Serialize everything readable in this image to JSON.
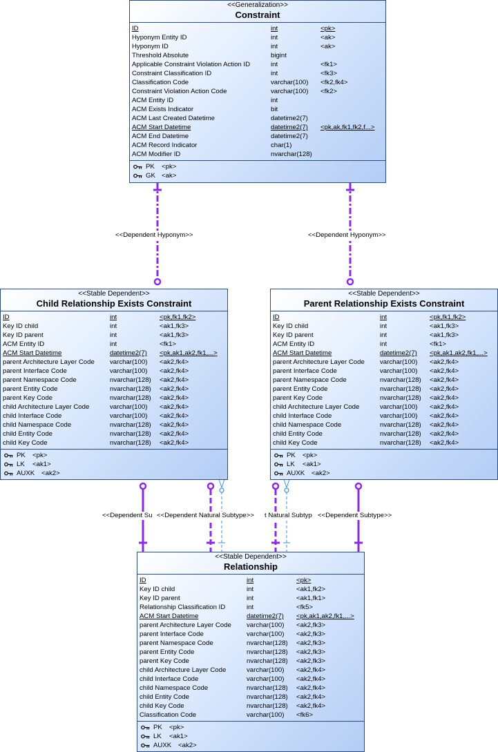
{
  "entities": {
    "constraint": {
      "stereotype": "<<Generalization>>",
      "name": "Constraint",
      "attributes": [
        {
          "name": "ID",
          "type": "int",
          "keys": "<pk>",
          "underline": true
        },
        {
          "name": "Hyponym Entity ID",
          "type": "int",
          "keys": "<ak>"
        },
        {
          "name": "Hyponym ID",
          "type": "int",
          "keys": "<ak>"
        },
        {
          "name": "Threshold Absolute",
          "type": "bigint",
          "keys": ""
        },
        {
          "name": "Applicable Constraint Violation Action ID",
          "type": "int",
          "keys": "<fk1>"
        },
        {
          "name": "Constraint Classification ID",
          "type": "int",
          "keys": "<fk3>"
        },
        {
          "name": "Classification Code",
          "type": "varchar(100)",
          "keys": "<fk2,fk4>"
        },
        {
          "name": "Constraint Violation Action Code",
          "type": "varchar(100)",
          "keys": "<fk2>"
        },
        {
          "name": "ACM Entity ID",
          "type": "int",
          "keys": ""
        },
        {
          "name": "ACM Exists Indicator",
          "type": "bit",
          "keys": ""
        },
        {
          "name": "ACM Last Created Datetime",
          "type": "datetime2(7)",
          "keys": ""
        },
        {
          "name": "ACM Start Datetime",
          "type": "datetime2(7)",
          "keys": "<pk,ak,fk1,fk2,f...>",
          "underline": true
        },
        {
          "name": "ACM End Datetime",
          "type": "datetime2(7)",
          "keys": ""
        },
        {
          "name": "ACM Record Indicator",
          "type": "char(1)",
          "keys": ""
        },
        {
          "name": "ACM Modifier ID",
          "type": "nvarchar(128)",
          "keys": ""
        }
      ],
      "keys": [
        {
          "name": "PK",
          "value": "<pk>"
        },
        {
          "name": "GK",
          "value": "<ak>"
        }
      ]
    },
    "child": {
      "stereotype": "<<Stable Dependent>>",
      "name": "Child Relationship Exists Constraint",
      "attributes": [
        {
          "name": "ID",
          "type": "int",
          "keys": "<pk,fk1,fk2>",
          "underline": true
        },
        {
          "name": "Key ID child",
          "type": "int",
          "keys": "<ak1,fk3>"
        },
        {
          "name": "Key ID parent",
          "type": "int",
          "keys": "<ak1,fk3>"
        },
        {
          "name": "ACM Entity ID",
          "type": "int",
          "keys": "<fk1>"
        },
        {
          "name": "ACM Start Datetime",
          "type": "datetime2(7)",
          "keys": "<pk,ak1,ak2,fk1,...>",
          "underline": true
        },
        {
          "name": "parent Architecture Layer Code",
          "type": "varchar(100)",
          "keys": "<ak2,fk4>"
        },
        {
          "name": "parent Interface Code",
          "type": "varchar(100)",
          "keys": "<ak2,fk4>"
        },
        {
          "name": "parent Namespace Code",
          "type": "nvarchar(128)",
          "keys": "<ak2,fk4>"
        },
        {
          "name": "parent Entity Code",
          "type": "nvarchar(128)",
          "keys": "<ak2,fk4>"
        },
        {
          "name": "parent Key Code",
          "type": "nvarchar(128)",
          "keys": "<ak2,fk4>"
        },
        {
          "name": "child Architecture Layer Code",
          "type": "varchar(100)",
          "keys": "<ak2,fk4>"
        },
        {
          "name": "child Interface Code",
          "type": "varchar(100)",
          "keys": "<ak2,fk4>"
        },
        {
          "name": "child Namespace Code",
          "type": "nvarchar(128)",
          "keys": "<ak2,fk4>"
        },
        {
          "name": "child Entity Code",
          "type": "nvarchar(128)",
          "keys": "<ak2,fk4>"
        },
        {
          "name": "child Key Code",
          "type": "nvarchar(128)",
          "keys": "<ak2,fk4>"
        }
      ],
      "keys": [
        {
          "name": "PK",
          "value": "<pk>"
        },
        {
          "name": "LK",
          "value": "<ak1>"
        },
        {
          "name": "AUXK",
          "value": "<ak2>"
        }
      ]
    },
    "parent": {
      "stereotype": "<<Stable Dependent>>",
      "name": "Parent Relationship Exists Constraint",
      "attributes": [
        {
          "name": "ID",
          "type": "int",
          "keys": "<pk,fk1,fk2>",
          "underline": true
        },
        {
          "name": "Key ID child",
          "type": "int",
          "keys": "<ak1,fk3>"
        },
        {
          "name": "Key ID parent",
          "type": "int",
          "keys": "<ak1,fk3>"
        },
        {
          "name": "ACM Entity ID",
          "type": "int",
          "keys": "<fk1>"
        },
        {
          "name": "ACM Start Datetime",
          "type": "datetime2(7)",
          "keys": "<pk,ak1,ak2,fk1,...>",
          "underline": true
        },
        {
          "name": "parent Architecture Layer Code",
          "type": "varchar(100)",
          "keys": "<ak2,fk4>"
        },
        {
          "name": "parent Interface Code",
          "type": "varchar(100)",
          "keys": "<ak2,fk4>"
        },
        {
          "name": "parent Namespace Code",
          "type": "nvarchar(128)",
          "keys": "<ak2,fk4>"
        },
        {
          "name": "parent Entity Code",
          "type": "nvarchar(128)",
          "keys": "<ak2,fk4>"
        },
        {
          "name": "parent Key Code",
          "type": "nvarchar(128)",
          "keys": "<ak2,fk4>"
        },
        {
          "name": "child Architecture Layer Code",
          "type": "varchar(100)",
          "keys": "<ak2,fk4>"
        },
        {
          "name": "child Interface Code",
          "type": "varchar(100)",
          "keys": "<ak2,fk4>"
        },
        {
          "name": "child Namespace Code",
          "type": "nvarchar(128)",
          "keys": "<ak2,fk4>"
        },
        {
          "name": "child Entity Code",
          "type": "nvarchar(128)",
          "keys": "<ak2,fk4>"
        },
        {
          "name": "child Key Code",
          "type": "nvarchar(128)",
          "keys": "<ak2,fk4>"
        }
      ],
      "keys": [
        {
          "name": "PK",
          "value": "<pk>"
        },
        {
          "name": "LK",
          "value": "<ak1>"
        },
        {
          "name": "AUXK",
          "value": "<ak2>"
        }
      ]
    },
    "relationship": {
      "stereotype": "<<Stable Dependent>>",
      "name": "Relationship",
      "attributes": [
        {
          "name": "ID",
          "type": "int",
          "keys": "<pk>",
          "underline": true
        },
        {
          "name": "Key ID child",
          "type": "int",
          "keys": "<ak1,fk2>"
        },
        {
          "name": "Key ID parent",
          "type": "int",
          "keys": "<ak1,fk1>"
        },
        {
          "name": "Relationship Classification ID",
          "type": "int",
          "keys": "<fk5>"
        },
        {
          "name": "ACM Start Datetime",
          "type": "datetime2(7)",
          "keys": "<pk,ak1,ak2,fk1,...>",
          "underline": true
        },
        {
          "name": "parent Architecture Layer Code",
          "type": "varchar(100)",
          "keys": "<ak2,fk3>"
        },
        {
          "name": "parent Interface Code",
          "type": "varchar(100)",
          "keys": "<ak2,fk3>"
        },
        {
          "name": "parent Namespace Code",
          "type": "nvarchar(128)",
          "keys": "<ak2,fk3>"
        },
        {
          "name": "parent Entity Code",
          "type": "nvarchar(128)",
          "keys": "<ak2,fk3>"
        },
        {
          "name": "parent Key Code",
          "type": "nvarchar(128)",
          "keys": "<ak2,fk3>"
        },
        {
          "name": "child Architecture Layer Code",
          "type": "varchar(100)",
          "keys": "<ak2,fk4>"
        },
        {
          "name": "child Interface Code",
          "type": "varchar(100)",
          "keys": "<ak2,fk4>"
        },
        {
          "name": "child Namespace Code",
          "type": "nvarchar(128)",
          "keys": "<ak2,fk4>"
        },
        {
          "name": "child Entity Code",
          "type": "nvarchar(128)",
          "keys": "<ak2,fk4>"
        },
        {
          "name": "child Key Code",
          "type": "nvarchar(128)",
          "keys": "<ak2,fk4>"
        },
        {
          "name": "Classification Code",
          "type": "varchar(100)",
          "keys": "<fk6>"
        }
      ],
      "keys": [
        {
          "name": "PK",
          "value": "<pk>"
        },
        {
          "name": "LK",
          "value": "<ak1>"
        },
        {
          "name": "AUXK",
          "value": "<ak2>"
        }
      ]
    }
  },
  "relationships": {
    "dep_hyponym_left": "<<Dependent Hyponym>>",
    "dep_hyponym_right": "<<Dependent Hyponym>>",
    "dep_subtype_left": "<<Dependent Su",
    "nat_subtype_left": "<<Dependent Natural Subtype>>",
    "nat_subtype_right": "t Natural Subtyp",
    "dep_subtype_right": "<<Dependent Subtype>>"
  },
  "colors": {
    "connector": "#8a2be2",
    "natural_connector": "#3a8fd6",
    "border": "#2b4a80"
  }
}
